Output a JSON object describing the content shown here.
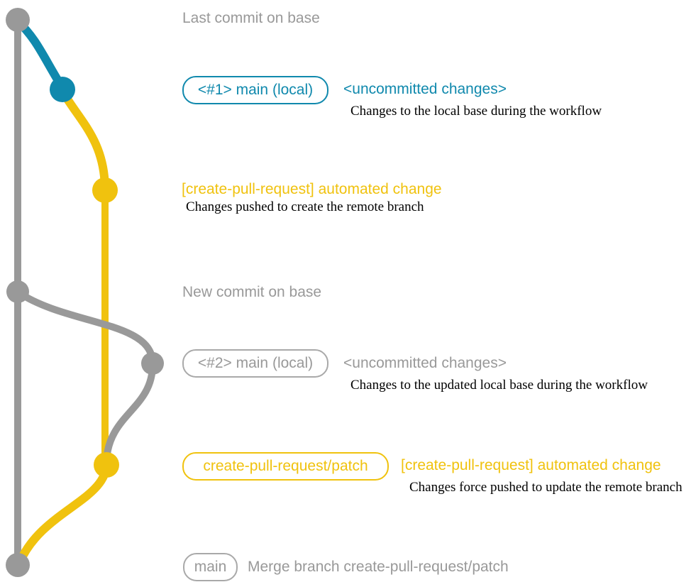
{
  "colors": {
    "gray": "#999999",
    "gray_light": "#a9a9a9",
    "blue": "#1089ad",
    "yellow": "#f0c20e",
    "caption": "#000000",
    "background": "#ffffff"
  },
  "graph": {
    "nodes": [
      {
        "id": "last-commit-on-base",
        "color": "gray"
      },
      {
        "id": "local-uncommitted-1",
        "color": "blue"
      },
      {
        "id": "remote-branch-commit-1",
        "color": "yellow"
      },
      {
        "id": "new-commit-on-base",
        "color": "gray"
      },
      {
        "id": "local-uncommitted-2",
        "color": "gray"
      },
      {
        "id": "remote-branch-commit-2",
        "color": "yellow"
      },
      {
        "id": "merge-commit",
        "color": "gray"
      }
    ]
  },
  "annotations": {
    "row1": {
      "label": "Last commit on base"
    },
    "row2": {
      "badge": "<#1> main (local)",
      "heading": "<uncommitted changes>",
      "caption": "Changes to the local base during the workflow"
    },
    "row3": {
      "heading": "[create-pull-request] automated change",
      "caption": "Changes pushed to create the remote branch"
    },
    "row4": {
      "label": "New commit on base"
    },
    "row5": {
      "badge": "<#2> main (local)",
      "heading": "<uncommitted changes>",
      "caption": "Changes to the updated local base during the workflow"
    },
    "row6": {
      "badge": "create-pull-request/patch",
      "heading": "[create-pull-request] automated change",
      "caption": "Changes force pushed to update the remote branch"
    },
    "row7": {
      "badge": "main",
      "label": "Merge branch create-pull-request/patch"
    }
  }
}
